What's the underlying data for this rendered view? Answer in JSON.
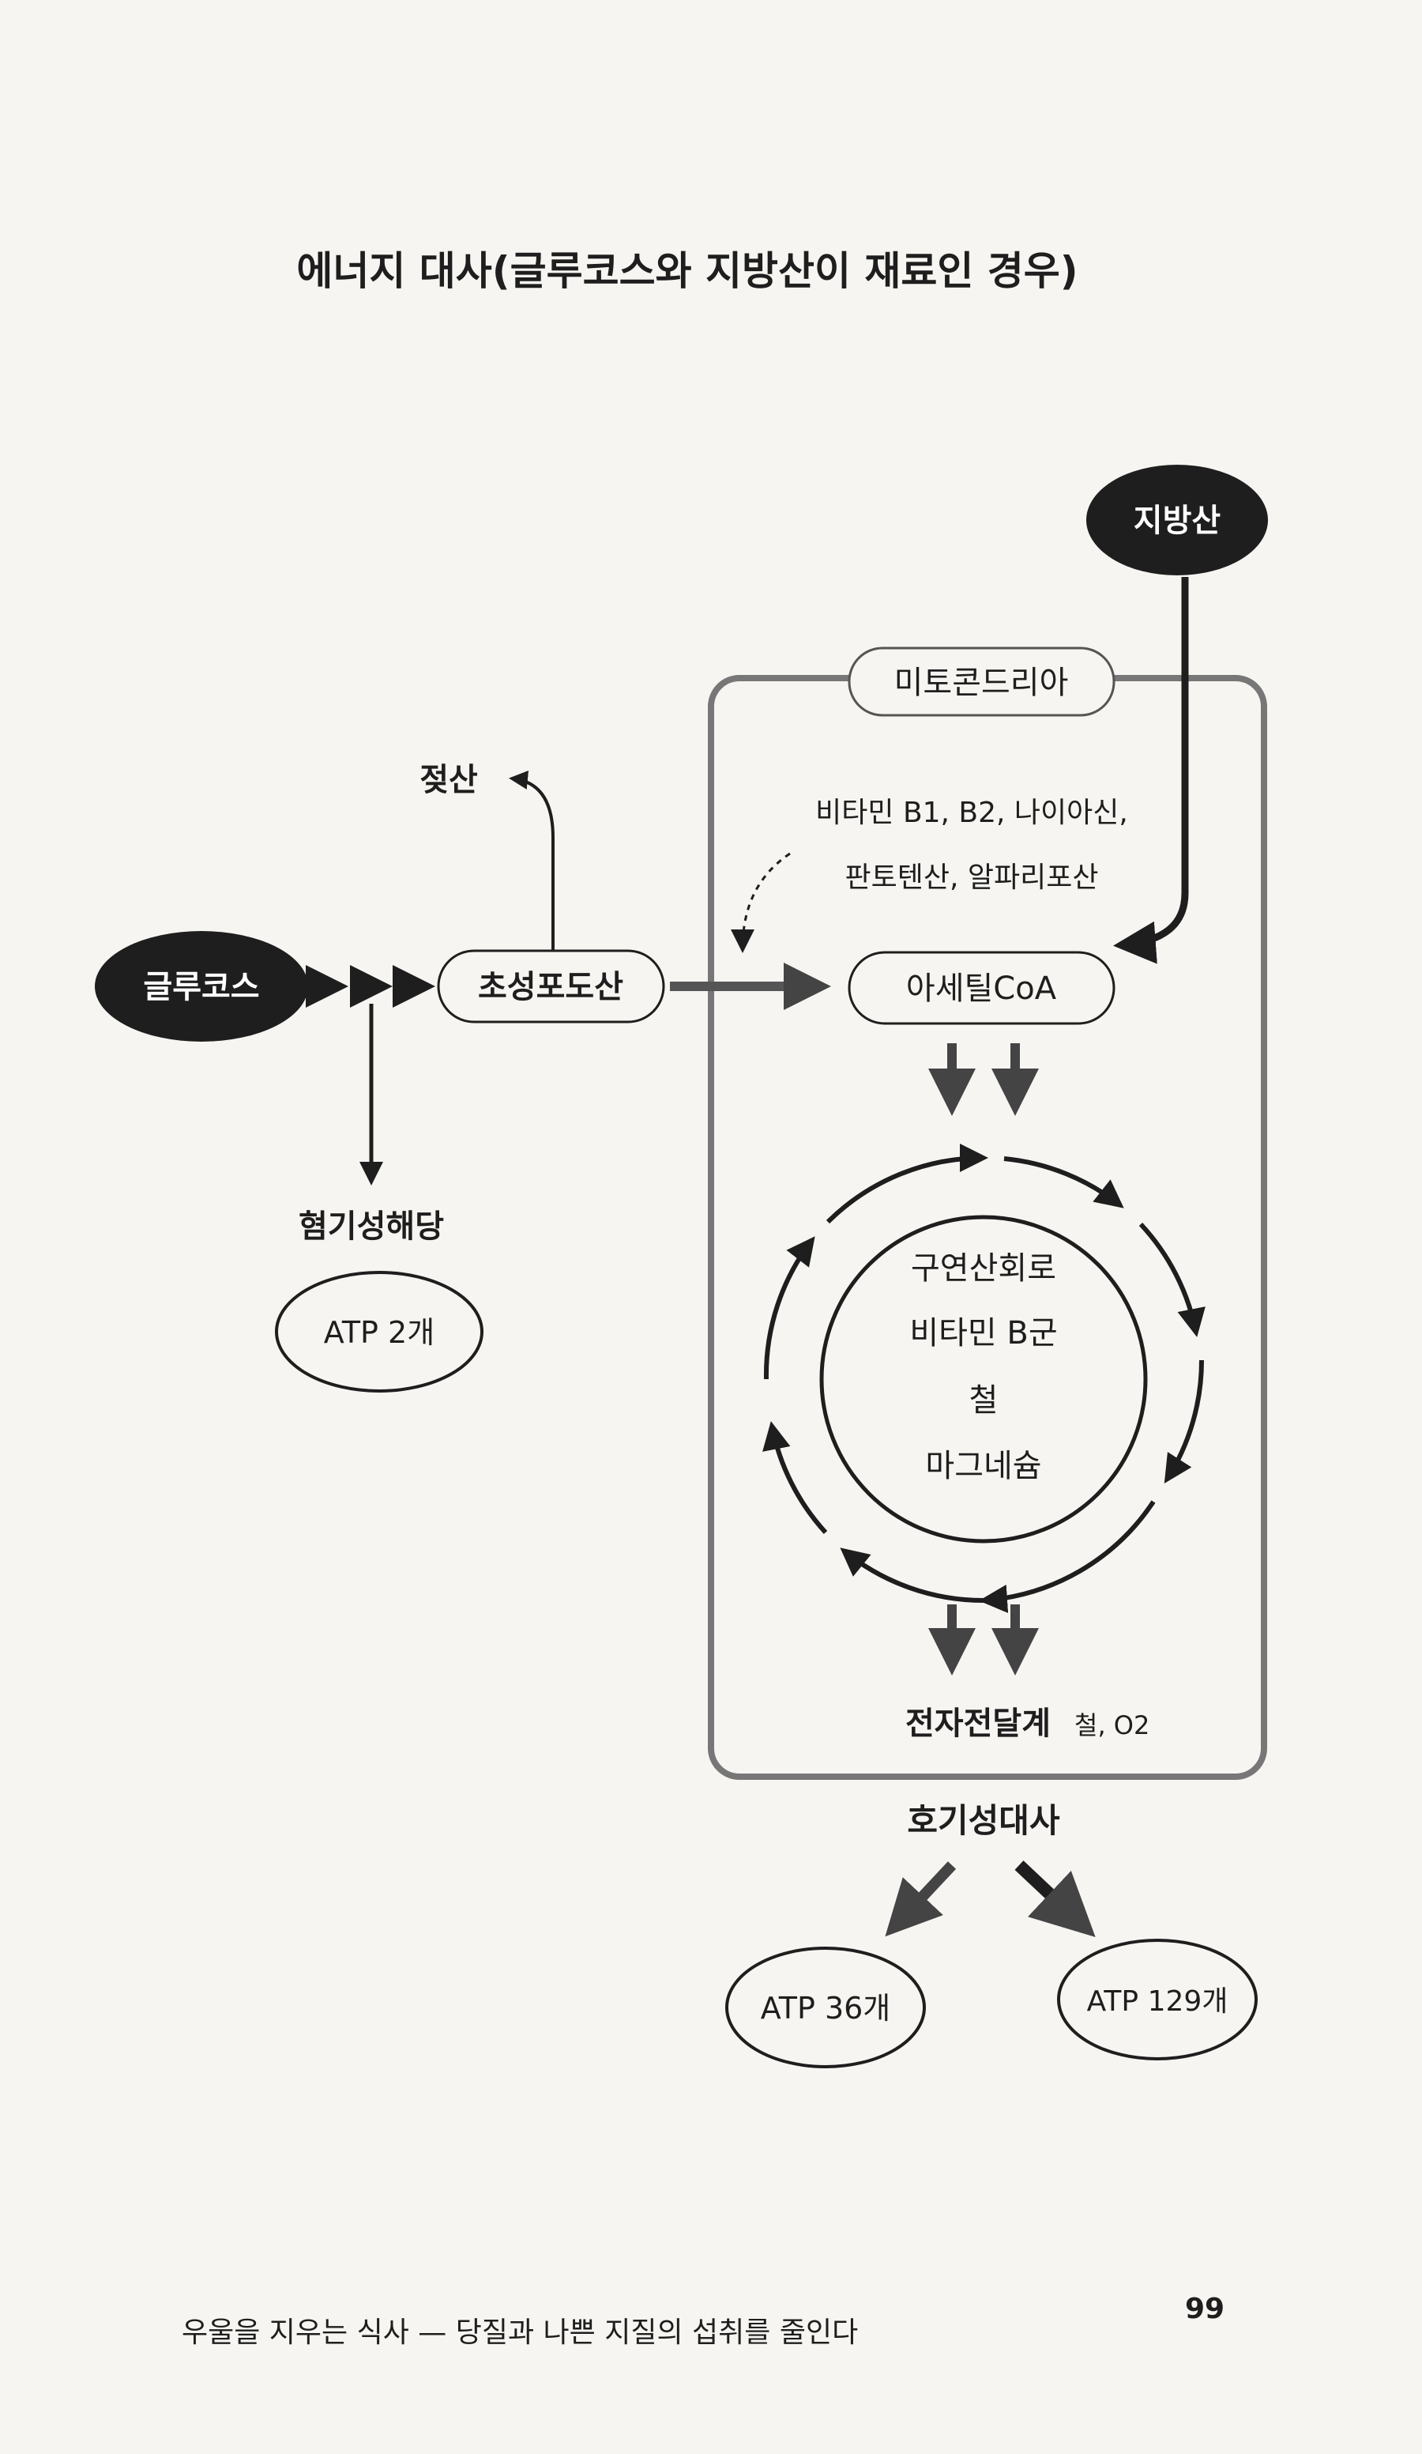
{
  "page": {
    "title": "에너지 대사(글루코스와 지방산이 재료인 경우)",
    "footer": "우울을 지우는 식사 — 당질과 나쁜 지질의 섭취를 줄인다",
    "page_number": "99"
  },
  "diagram": {
    "glucose": "글루코스",
    "fatty_acid": "지방산",
    "pyruvate": "초성포도산",
    "lactate": "젖산",
    "anaerobic": "혐기성해당",
    "atp_anaerobic": "ATP 2개",
    "mitochondria": "미토콘드리아",
    "cofactors_line1": "비타민 B1, B2, 나이아신,",
    "cofactors_line2": "판토텐산, 알파리포산",
    "acetyl_coa": "아세틸CoA",
    "cycle_line1": "구연산회로",
    "cycle_line2": "비타민 B군",
    "cycle_line3": "철",
    "cycle_line4": "마그네슘",
    "etc": "전자전달계",
    "etc_cofactors": "철, O2",
    "aerobic": "호기성대사",
    "atp_glucose": "ATP 36개",
    "atp_fatty": "ATP 129개"
  },
  "colors": {
    "ink": "#1e1e1e",
    "paper": "#f7f5f1",
    "box": "#777777",
    "arrow": "#444444"
  }
}
